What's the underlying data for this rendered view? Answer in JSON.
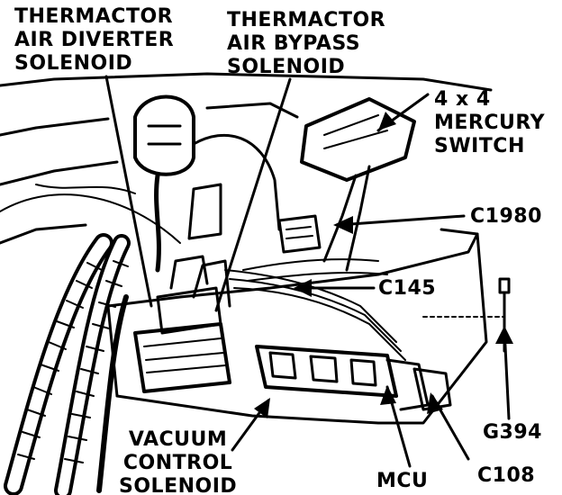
{
  "callouts": {
    "air_diverter": {
      "line1": "THERMACTOR",
      "line2": "AIR DIVERTER",
      "line3": "SOLENOID"
    },
    "air_bypass": {
      "line1": "THERMACTOR",
      "line2": "AIR BYPASS",
      "line3": "SOLENOID"
    },
    "mercury_switch": {
      "line1": "4 x 4",
      "line2": "MERCURY",
      "line3": "SWITCH"
    },
    "c1980": {
      "line1": "C1980"
    },
    "c145": {
      "line1": "C145"
    },
    "vacuum_control": {
      "line1": "VACUUM",
      "line2": "CONTROL",
      "line3": "SOLENOID"
    },
    "mcu": {
      "line1": "MCU"
    },
    "c108": {
      "line1": "C108"
    },
    "g394": {
      "line1": "G394"
    }
  },
  "colors": {
    "ink": "#000000",
    "paper": "#ffffff"
  }
}
